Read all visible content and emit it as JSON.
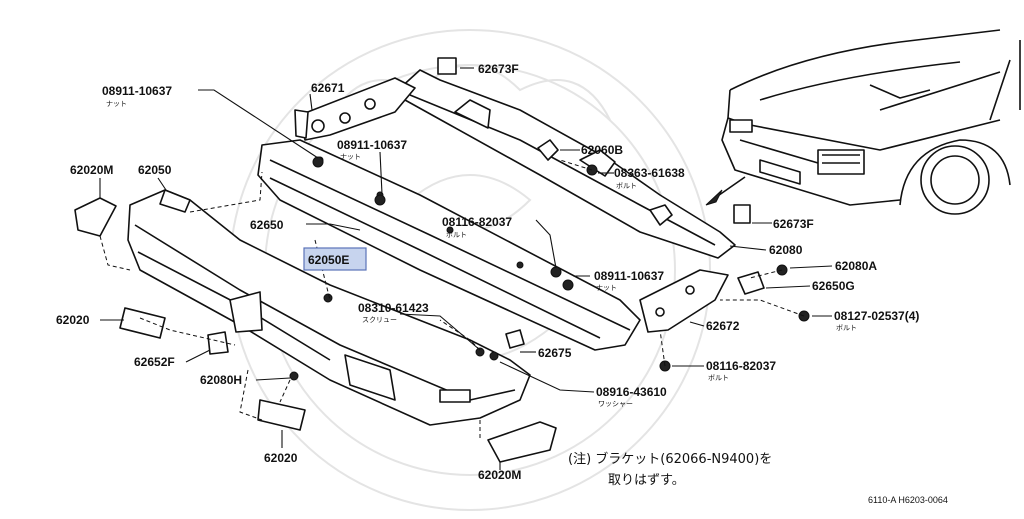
{
  "callouts": {
    "nut_a_pn": "08911-10637",
    "nut_a_sub": "ナット",
    "p62671": "62671",
    "p62673f_top": "62673F",
    "nut_b_pn": "08911-10637",
    "nut_b_sub": "ナット",
    "p62060b": "62060B",
    "bolt_a_pn": "08363-61638",
    "bolt_a_sub": "ボルト",
    "p62020m_left": "62020M",
    "p62050": "62050",
    "p62650": "62650",
    "bolt_b_pn": "08116-82037",
    "bolt_b_sub": "ボルト",
    "p62673f_right": "62673F",
    "p62080": "62080",
    "p62050e": "62050E",
    "nut_c_pn": "08911-10637",
    "nut_c_sub": "ナット",
    "p62080a": "62080A",
    "p62650g": "62650G",
    "screw_pn": "08310-61423",
    "screw_sub": "スクリュー",
    "bolt_c_pn": "08127-02537(4)",
    "bolt_c_sub": "ボルト",
    "p62020_left": "62020",
    "p62672": "62672",
    "p62675": "62675",
    "p62652f": "62652F",
    "bolt_d_pn": "08116-82037",
    "bolt_d_sub": "ボルト",
    "p62080h": "62080H",
    "washer_pn": "08916-43610",
    "washer_sub": "ワッシャー",
    "p62020_bottom": "62020",
    "p62020m_bottom": "62020M"
  },
  "note": {
    "line1": "(注) ブラケット(62066-N9400)を",
    "line2": "取りはずす。"
  },
  "diagram_code": "6110-A H6203-0064",
  "highlight_color": "#c7d4ee"
}
